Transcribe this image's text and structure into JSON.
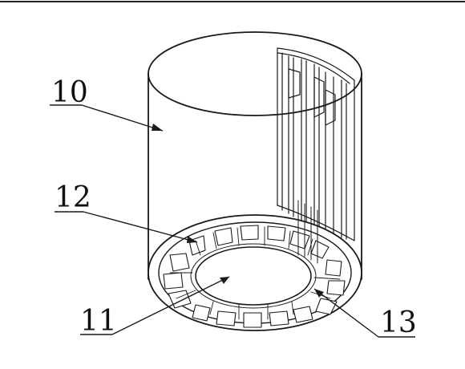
{
  "figure": {
    "labels": [
      {
        "id": "10",
        "text": "10"
      },
      {
        "id": "12",
        "text": "12"
      },
      {
        "id": "11",
        "text": "11"
      },
      {
        "id": "13",
        "text": "13"
      }
    ]
  },
  "colors": {
    "line": "#1a1a1a",
    "background": "#ffffff"
  }
}
